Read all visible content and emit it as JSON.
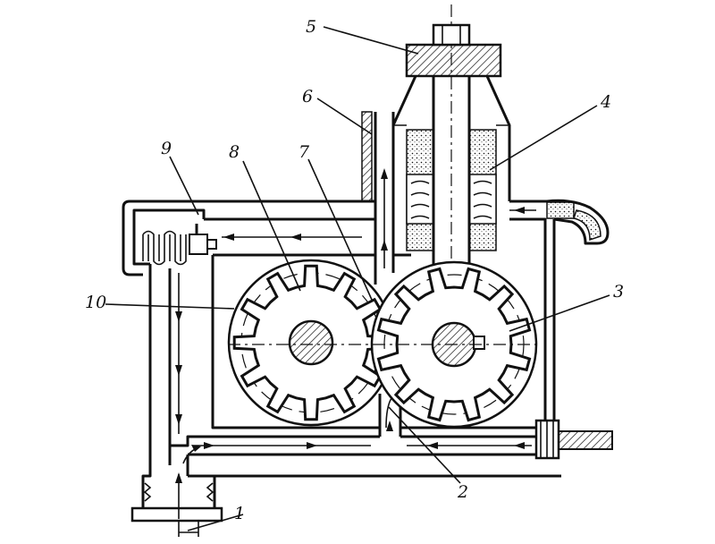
{
  "diagram": {
    "labels": [
      {
        "key": "1",
        "text": "1"
      },
      {
        "key": "2",
        "text": "2"
      },
      {
        "key": "3",
        "text": "3"
      },
      {
        "key": "4",
        "text": "4"
      },
      {
        "key": "5",
        "text": "5"
      },
      {
        "key": "6",
        "text": "6"
      },
      {
        "key": "7",
        "text": "7"
      },
      {
        "key": "8",
        "text": "8"
      },
      {
        "key": "9",
        "text": "9"
      },
      {
        "key": "10",
        "text": "10"
      }
    ],
    "colors": {
      "ink": "#111111",
      "paper": "#ffffff"
    },
    "parts": [
      "drive-gear",
      "driven-gear",
      "drive-shaft",
      "pulley",
      "shaft-seal",
      "relief-valve-spring",
      "outlet-pipe",
      "inlet-pipe",
      "return-line",
      "pump-housing"
    ]
  }
}
